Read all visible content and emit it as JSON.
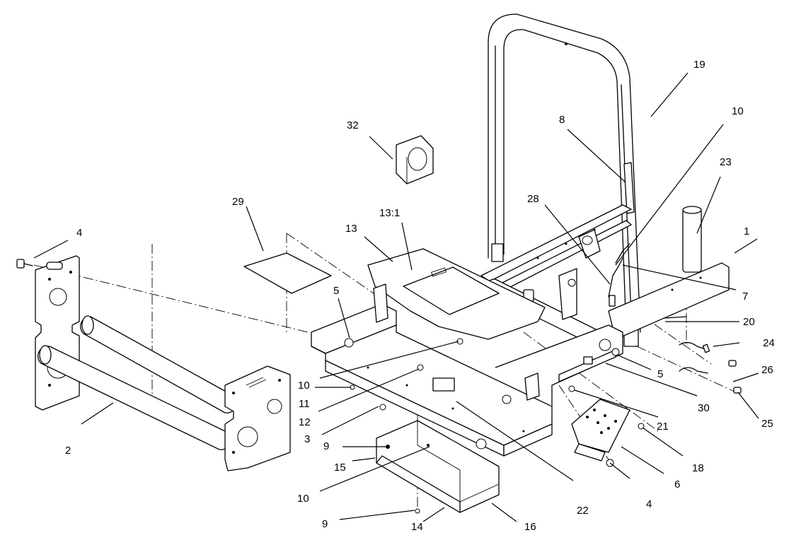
{
  "callouts": {
    "c1": "1",
    "c2": "2",
    "c3": "3",
    "c4a": "4",
    "c4b": "4",
    "c5a": "5",
    "c5b": "5",
    "c6": "6",
    "c7": "7",
    "c8": "8",
    "c9a": "9",
    "c9b": "9",
    "c10a": "10",
    "c10b": "10",
    "c10c": "10",
    "c11": "11",
    "c12": "12",
    "c13": "13",
    "c13_1": "13:1",
    "c14": "14",
    "c15": "15",
    "c16": "16",
    "c18": "18",
    "c19": "19",
    "c20": "20",
    "c21": "21",
    "c22": "22",
    "c23": "23",
    "c24": "24",
    "c25": "25",
    "c26": "26",
    "c28": "28",
    "c29": "29",
    "c30": "30",
    "c32": "32"
  }
}
